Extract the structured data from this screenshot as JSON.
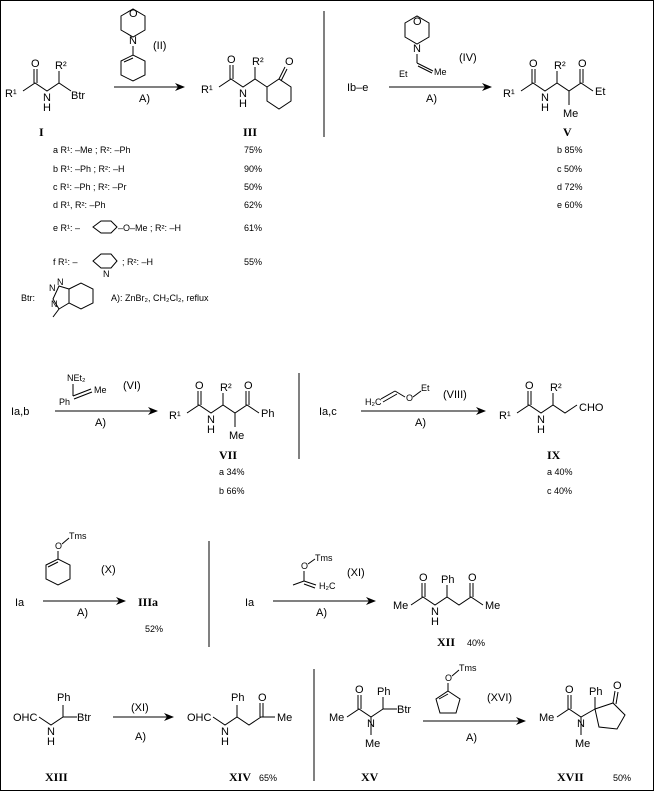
{
  "reagents": {
    "II": "(II)",
    "IV": "(IV)",
    "VI": "(VI)",
    "VIII": "(VIII)",
    "X": "(X)",
    "XI": "(XI)",
    "XVI": "(XVI)"
  },
  "arrow_label": "A)",
  "compounds": {
    "I": "I",
    "III": "III",
    "V": "V",
    "VII": "VII",
    "IX": "IX",
    "IIIa": "IIIa",
    "XII": "XII",
    "XIII": "XIII",
    "XIV": "XIV",
    "XV": "XV",
    "XVII": "XVII"
  },
  "starting": {
    "Ib_e": "Ib–e",
    "Ia_b": "Ia,b",
    "Ia_c": "Ia,c",
    "Ia": "Ia"
  },
  "table_I": [
    {
      "label": "a R¹: –Me ; R²: –Ph",
      "yield": "75%"
    },
    {
      "label": "b R¹: –Ph ; R²: –H",
      "yield": "90%"
    },
    {
      "label": "c R¹: –Ph ; R²: –Pr",
      "yield": "50%"
    },
    {
      "label": "d R¹, R²: –Ph",
      "yield": "62%"
    },
    {
      "label": "e R¹: –",
      "suffix": "–O–Me ; R²: –H",
      "yield": "61%"
    },
    {
      "label": "f R¹: –",
      "suffix": "; R²: –H",
      "yield": "55%"
    }
  ],
  "yields_V": [
    "b 85%",
    "c 50%",
    "d 72%",
    "e 60%"
  ],
  "yields_VII": [
    "a 34%",
    "b 66%"
  ],
  "yields_IX": [
    "a 40%",
    "c 40%"
  ],
  "yield_IIIa": "52%",
  "yield_XII": "40%",
  "yield_XIV": "65%",
  "yield_XVII": "50%",
  "btr_label": "Btr:",
  "conditions": "A): ZnBr₂, CH₂Cl₂, reflux",
  "atoms": {
    "R1": "R¹",
    "R2": "R²",
    "O": "O",
    "N": "N",
    "H": "H",
    "NH": "NH",
    "Btr": "Btr",
    "Ph": "Ph",
    "Me": "Me",
    "Et": "Et",
    "Tms": "Tms",
    "CHO": "CHO",
    "OHC": "OHC",
    "NEt2": "NEt₂",
    "H2C": "H₂C"
  }
}
